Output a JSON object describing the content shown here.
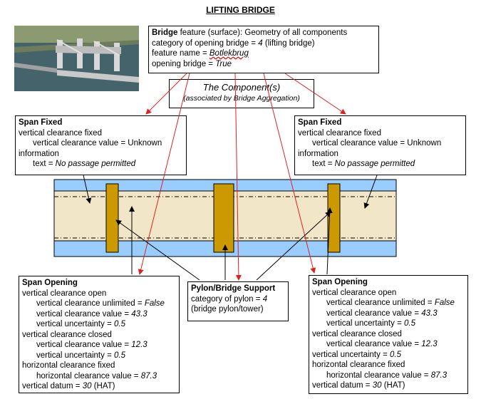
{
  "title": "LIFTING BRIDGE",
  "bridge_box": {
    "line1_bold": "Bridge",
    "line1_rest": " feature (surface): Geometry of all components",
    "line2_prefix": "category of opening bridge = ",
    "line2_value": "4",
    "line2_suffix": " (lifting bridge)",
    "line3_prefix": "feature name = ",
    "line3_value": "Botlekbrug",
    "line4_prefix": "opening bridge = ",
    "line4_value": "True"
  },
  "component_box": {
    "title": "The Component(s)",
    "subtitle": "(associated by Bridge Aggregation)"
  },
  "span_fixed_left": {
    "title": "Span Fixed",
    "l2": "vertical clearance fixed",
    "l3": "vertical clearance value = Unknown",
    "l4": "information",
    "l5_prefix": "text = ",
    "l5_value": "No passage permitted"
  },
  "span_fixed_right": {
    "title": "Span Fixed",
    "l2": "vertical clearance fixed",
    "l3": "vertical clearance value = Unknown",
    "l4": "information",
    "l5_prefix": "text = ",
    "l5_value": "No passage permitted"
  },
  "span_opening_left": {
    "title": "Span Opening",
    "l2": "vertical clearance open",
    "l3_prefix": "vertical clearance unlimited = ",
    "l3_value": "False",
    "l4_prefix": "vertical clearance value = ",
    "l4_value": "43.3",
    "l5_prefix": "vertical uncertainty = ",
    "l5_value": "0.5",
    "l6": "vertical clearance closed",
    "l7_prefix": "vertical clearance value = ",
    "l7_value": "12.3",
    "l8_prefix": "vertical uncertainty = ",
    "l8_value": "0.5",
    "l9": "horizontal clearance fixed",
    "l10_prefix": "horizontal clearance value = ",
    "l10_value": "87.3",
    "l11_prefix": "vertical datum = ",
    "l11_value": "30",
    "l11_suffix": " (HAT)"
  },
  "span_opening_right": {
    "title": "Span Opening",
    "l2": "vertical clearance open",
    "l3_prefix": "vertical clearance unlimited = ",
    "l3_value": "False",
    "l4_prefix": "vertical clearance value = ",
    "l4_value": "43.3",
    "l5_prefix": "vertical uncertainty = ",
    "l5_value": "0.5",
    "l6": "vertical clearance closed",
    "l7_prefix": "vertical clearance value = ",
    "l7_value": "12.3",
    "l8_prefix": "vertical uncertainty = ",
    "l8_value": "0.5",
    "l9": "horizontal clearance fixed",
    "l10_prefix": "horizontal clearance value = ",
    "l10_value": "87.3",
    "l11_prefix": "vertical datum = ",
    "l11_value": "30",
    "l11_suffix": " (HAT)"
  },
  "pylon_box": {
    "title": "Pylon/Bridge Support",
    "l2_prefix": "category of pylon = ",
    "l2_value": "4",
    "l3": "(bridge pylon/tower)"
  },
  "colors": {
    "water": "#99ccff",
    "deck": "#f2e6c8",
    "pylon": "#cc9900",
    "arrow_red": "#e02020"
  }
}
